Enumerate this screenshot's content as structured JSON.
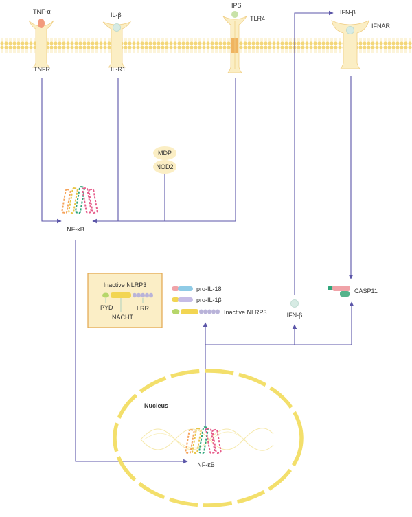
{
  "receptors": {
    "tnf_alpha": "TNF-α",
    "tnfr": "TNFR",
    "il_beta": "IL-β",
    "il_r1": "IL-R1",
    "ips": "IPS",
    "tlr4": "TLR4",
    "ifn_beta_top": "IFN-β",
    "ifnar": "IFNAR"
  },
  "cytoplasm": {
    "mdp": "MDP",
    "nod2": "NOD2",
    "nfkb": "NF-κB",
    "pro_il18": "pro-IL-18",
    "pro_il1b": "pro-IL-1β",
    "inactive_nlrp3": "Inactive NLRP3",
    "ifn_beta": "IFN-β",
    "caspase11": "CASP11"
  },
  "legend_box": {
    "title": "Inactive NLRP3",
    "pyd": "PYD",
    "nacht": "NACHT",
    "lrr": "LRR"
  },
  "nucleus": {
    "title": "Nucleus",
    "nfkb": "NF-κB"
  },
  "colors": {
    "membrane": "#f6e08a",
    "receptor": "#fbeec4",
    "arrow": "#5b55a8",
    "nucleus": "#f3df6b",
    "legend_bg": "#fbeec6",
    "legend_border": "#e2a64d"
  }
}
